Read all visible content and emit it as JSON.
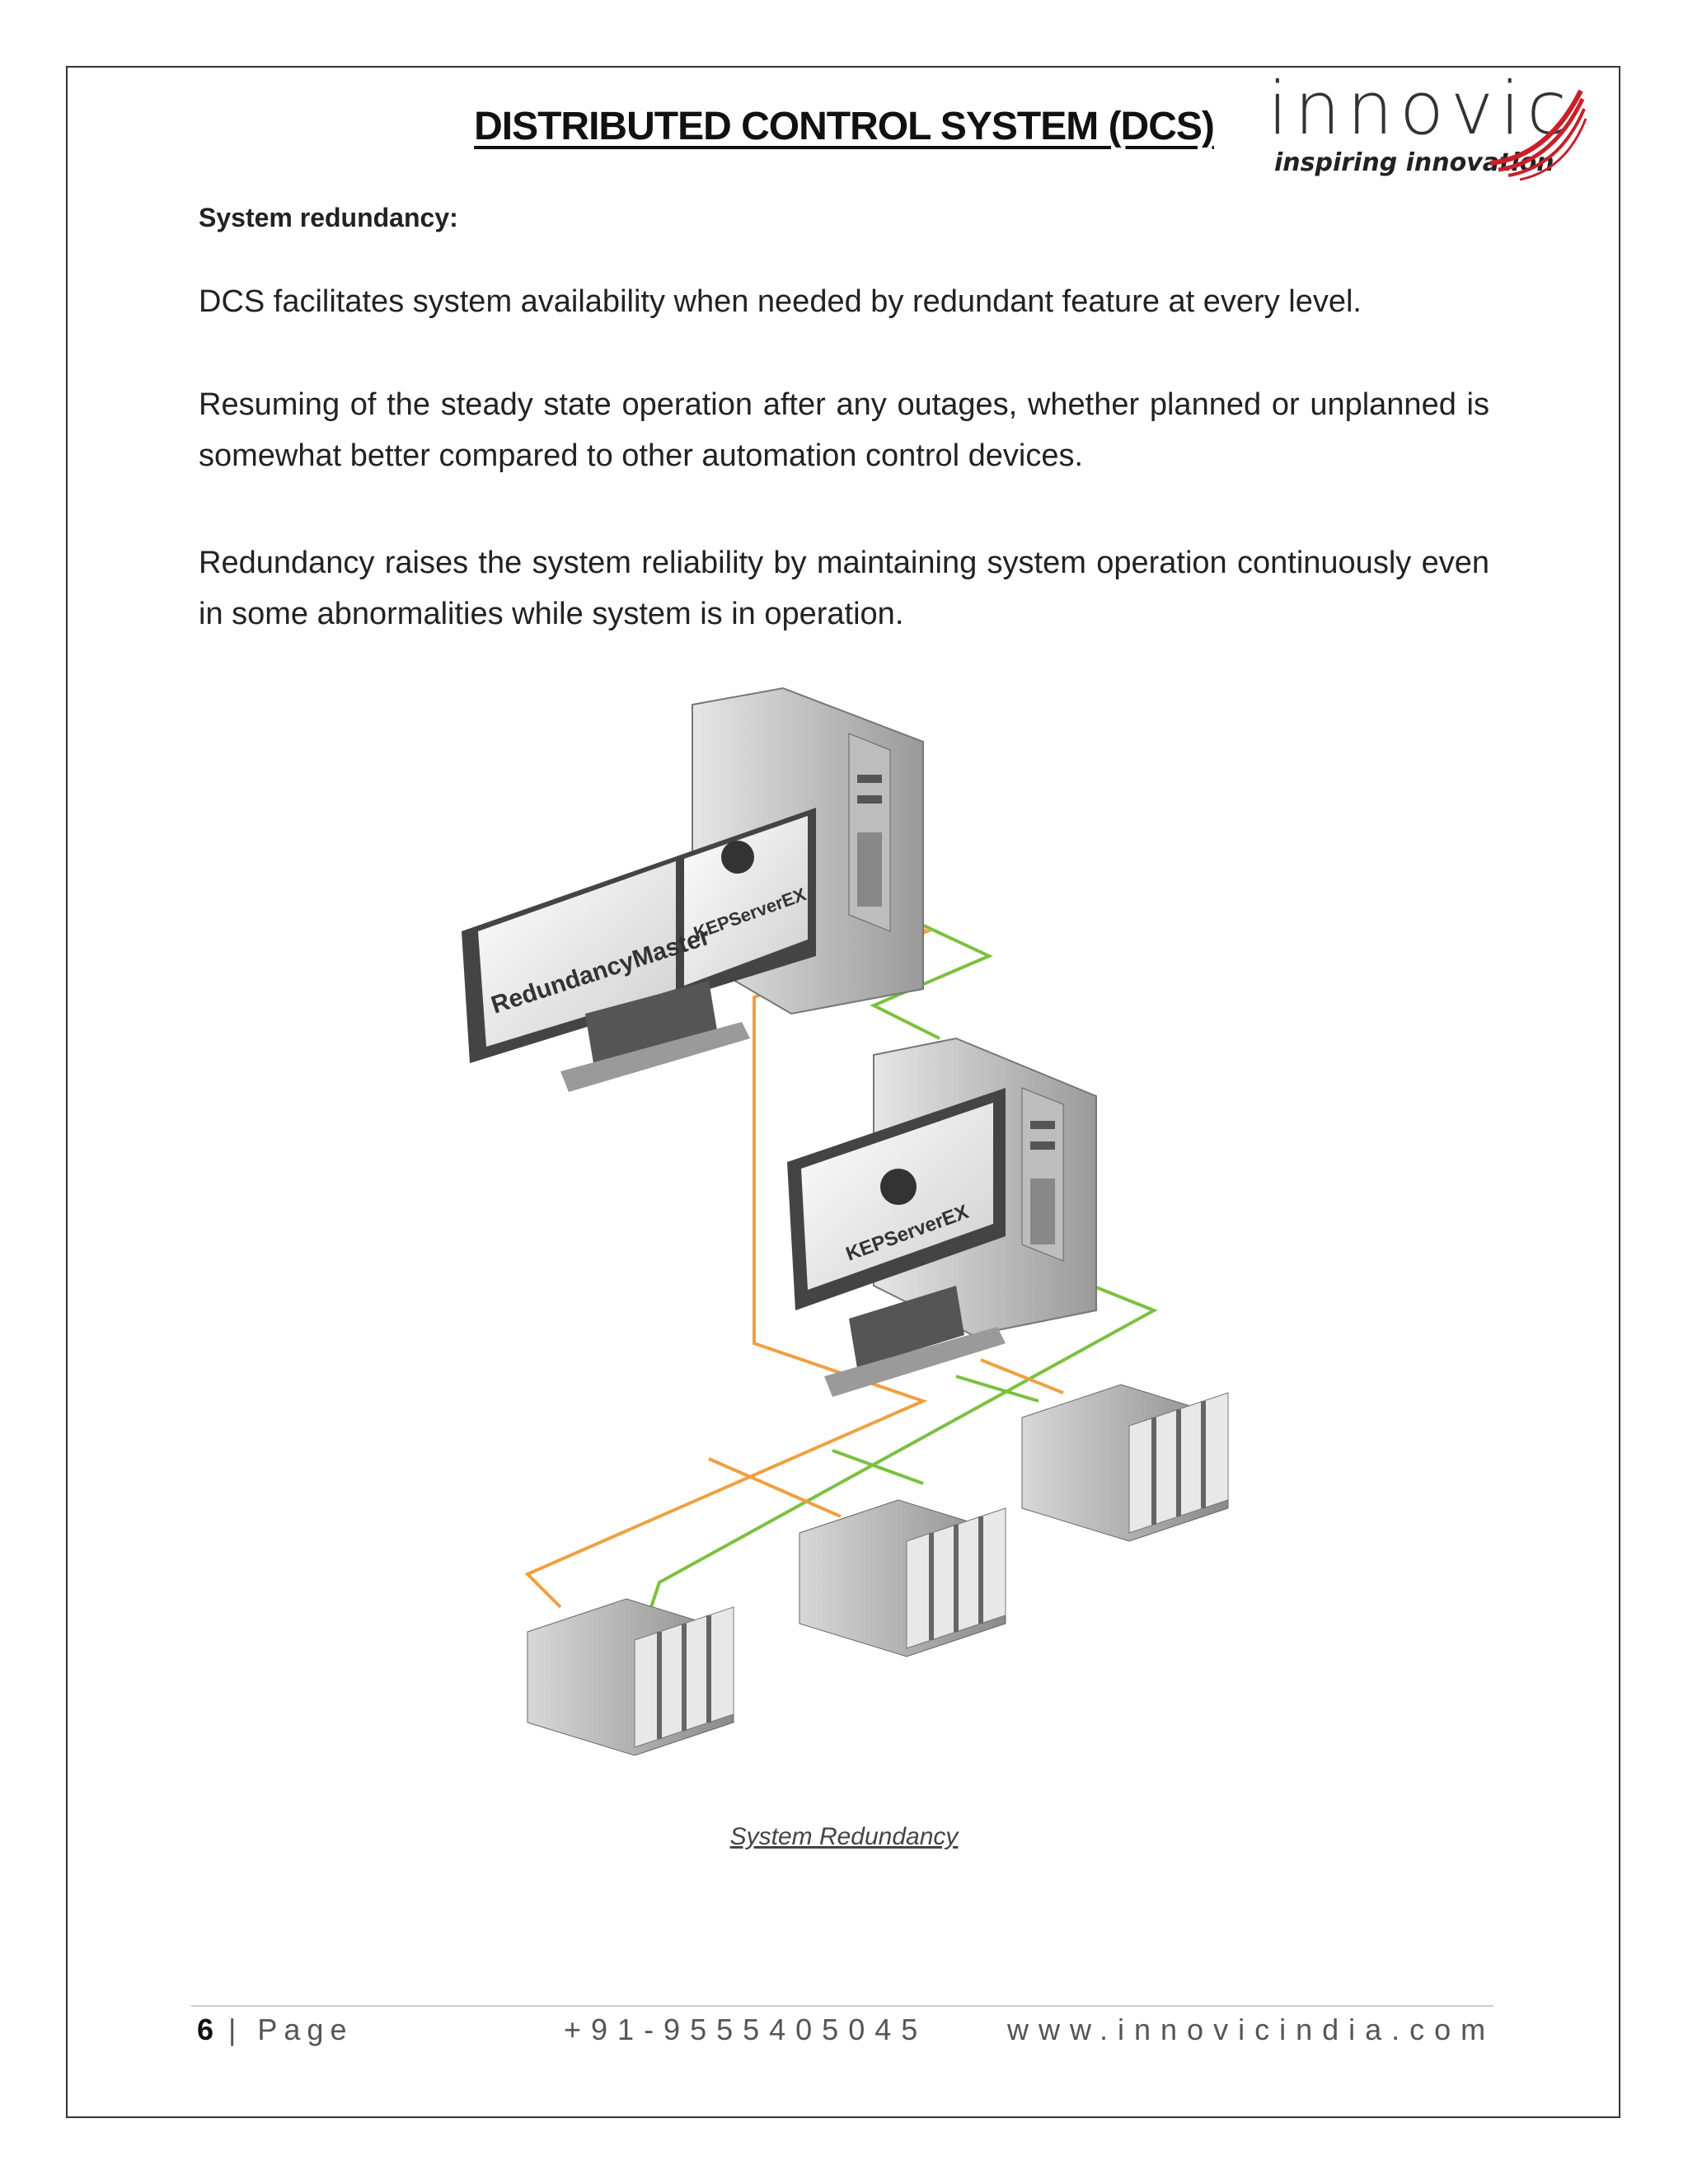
{
  "header": {
    "title": "DISTRIBUTED CONTROL  SYSTEM (DCS)",
    "logo_word": "innovic",
    "logo_tagline": "inspiring innovation"
  },
  "content": {
    "heading": "System redundancy:",
    "paragraphs": [
      "DCS facilitates system availability when needed by redundant feature at every level.",
      "Resuming of the steady state operation after any outages, whether planned or unplanned is somewhat better compared to other automation control devices.",
      "Redundancy raises the system reliability by maintaining system operation continuously even in some abnormalities while system is in operation."
    ]
  },
  "figure": {
    "screen_labels": [
      "RedundancyMaster",
      "KEPServerEX",
      "KEPServerEX"
    ],
    "caption": "System Redundancy"
  },
  "footer": {
    "page_number": "6",
    "page_label": "| Page",
    "phone": "+91-9555405045",
    "website": "www.innovicindia.com"
  },
  "colors": {
    "orange_link": "#f0a040",
    "green_link": "#7cc040",
    "logo_red": "#c8202a"
  }
}
